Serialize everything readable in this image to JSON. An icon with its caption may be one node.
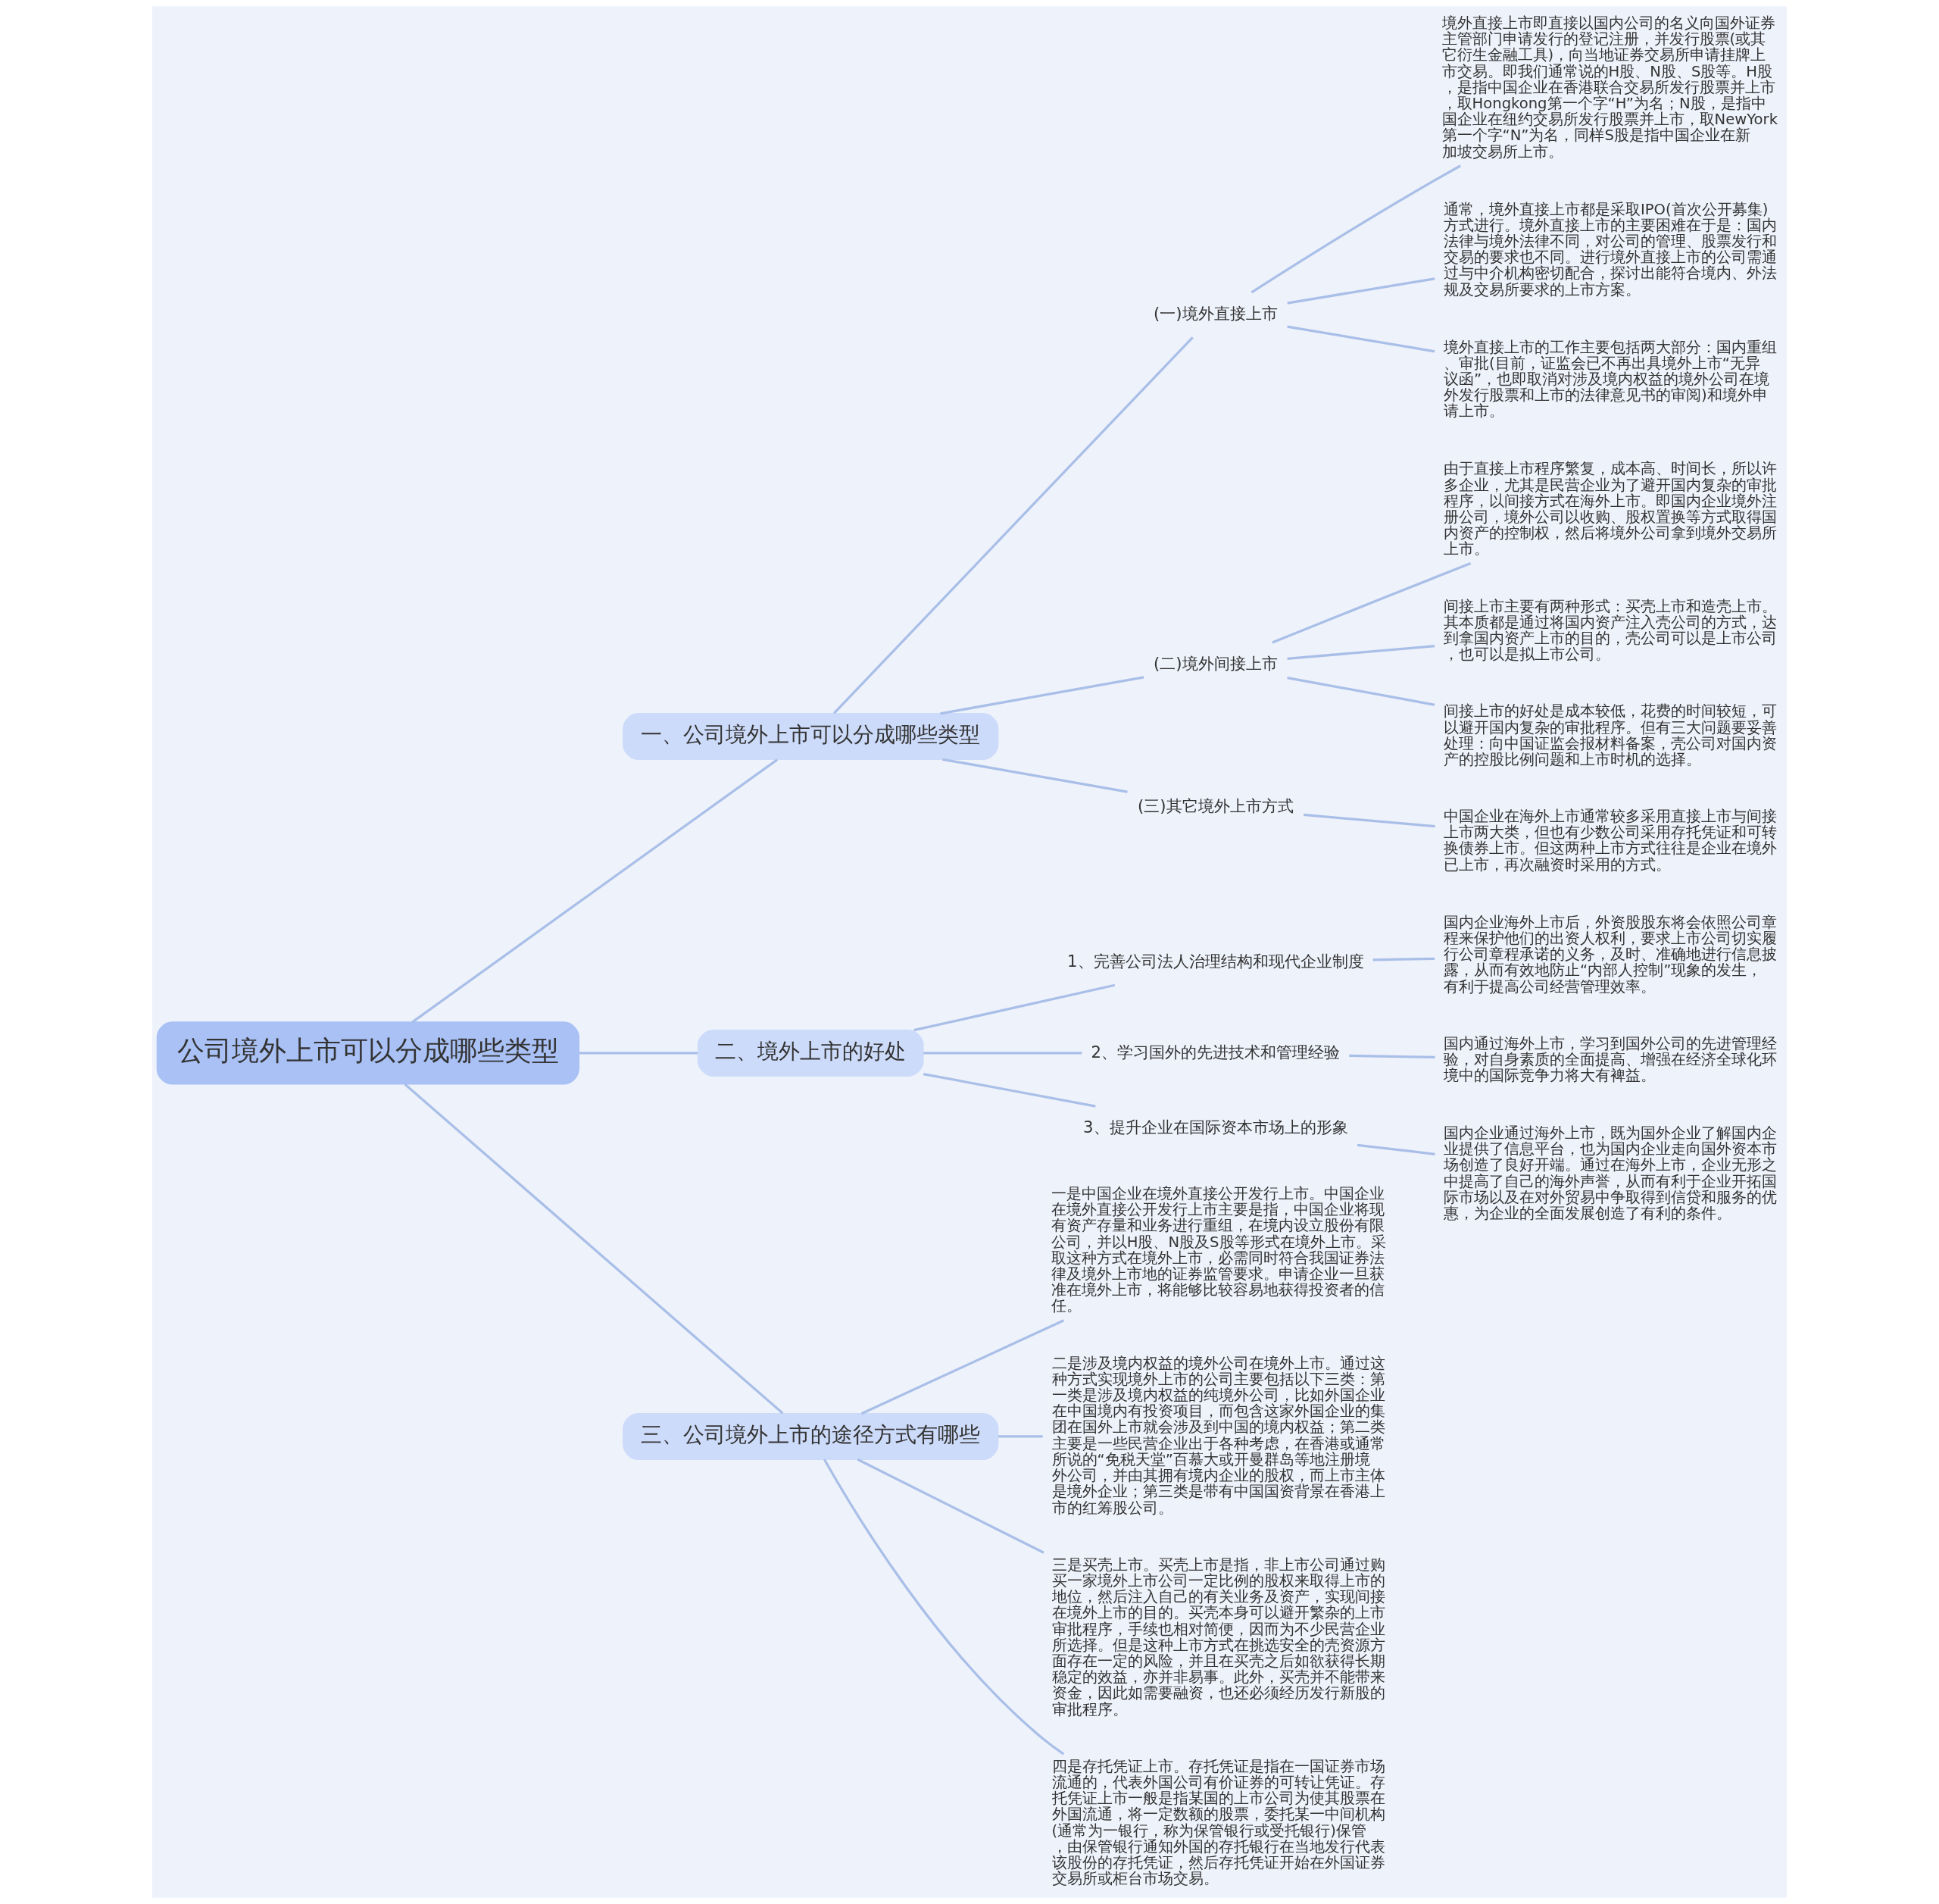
{
  "diagram": {
    "nodes": [
      {
        "text": [
          "公司境外上市可以分成哪些类型"
        ]
      },
      {
        "text": [
          "一、公司境外上市可以分成哪些类型"
        ]
      },
      {
        "text": [
          "(一)境外直接上市"
        ]
      },
      {
        "text": [
          "境外直接上市即直接以国内公司的名义向国外证券主管部门申请发行的登记注册，并发行股票(或其它衍生金融工具)，向当地证券交易所申请挂牌上市交易。即我们通常说的H股、N股、S股等。H股，是指中国企业在香港联合交易所发行股票并上市，取Hongkong第一个字“H”为名；N股，是指中国企业在纽约交易所发行股票并上市，取NewYork第一个字“N”为名，同样S股是指中国企业在新加坡交易所上市。"
        ]
      },
      {
        "text": [
          "通常，境外直接上市都是采取IPO(首次公开募集)方式进行。境外直接上市的主要困难在于是：国内法律与境外法律不同，对公司的管理、股票发行和交易的要求也不同。进行境外直接上市的公司需通过与中介机构密切配合，探讨出能符合境内、外法规及交易所要求的上市方案。"
        ]
      },
      {
        "text": [
          "境外直接上市的工作主要包括两大部分：国内重组、审批(目前，证监会已不再出具境外上市“无异议函”，也即取消对涉及境内权益的境外公司在境外发行股票和上市的法律意见书的审阅)和境外申请上市。"
        ]
      },
      {
        "text": [
          "(二)境外间接上市"
        ]
      },
      {
        "text": [
          "由于直接上市程序繁复，成本高、时间长，所以许多企业，尤其是民营企业为了避开国内复杂的审批程序，以间接方式在海外上市。即国内企业境外注册公司，境外公司以收购、股权置换等方式取得国内资产的控制权，然后将境外公司拿到境外交易所上市。"
        ]
      },
      {
        "text": [
          "间接上市主要有两种形式：买壳上市和造壳上市。其本质都是通过将国内资产注入壳公司的方式，达到拿国内资产上市的目的，壳公司可以是上市公司，也可以是拟上市公司。"
        ]
      },
      {
        "text": [
          "间接上市的好处是成本较低，花费的时间较短，可以避开国内复杂的审批程序。但有三大问题要妥善处理：向中国证监会报材料备案，壳公司对国内资产的控股比例问题和上市时机的选择。"
        ]
      },
      {
        "text": [
          "(三)其它境外上市方式"
        ]
      },
      {
        "text": [
          "中国企业在海外上市通常较多采用直接上市与间接上市两大类，但也有少数公司采用存托凭证和可转换债券上市。但这两种上市方式往往是企业在境外已上市，再次融资时采用的方式。"
        ]
      },
      {
        "text": [
          "二、境外上市的好处"
        ]
      },
      {
        "text": [
          "1、完善公司法人治理结构和现代企业制度"
        ]
      },
      {
        "text": [
          "国内企业海外上市后，外资股股东将会依照公司章程来保护他们的出资人权利，要求上市公司切实履行公司章程承诺的义务，及时、准确地进行信息披露，从而有效地防止“内部人控制”现象的发生，有利于提高公司经营管理效率。"
        ]
      },
      {
        "text": [
          "2、学习国外的先进技术和管理经验"
        ]
      },
      {
        "text": [
          "国内通过海外上市，学习到国外公司的先进管理经验，对自身素质的全面提高、增强在经济全球化环境中的国际竞争力将大有裨益。"
        ]
      },
      {
        "text": [
          "3、提升企业在国际资本市场上的形象"
        ]
      },
      {
        "text": [
          "国内企业通过海外上市，既为国外企业了解国内企业提供了信息平台，也为国内企业走向国外资本市场创造了良好开端。通过在海外上市，企业无形之中提高了自己的海外声誉，从而有利于企业开拓国际市场以及在对外贸易中争取得到信贷和服务的优惠，为企业的全面发展创造了有利的条件。"
        ]
      },
      {
        "text": [
          "三、公司境外上市的途径方式有哪些"
        ]
      },
      {
        "text": [
          "一是中国企业在境外直接公开发行上市。中国企业在境外直接公开发行上市主要是指，中国企业将现有资产存量和业务进行重组，在境内设立股份有限公司，并以H股、N股及S股等形式在境外上市。采取这种方式在境外上市，必需同时符合我国证券法律及境外上市地的证券监管要求。申请企业一旦获准在境外上市，将能够比较容易地获得投资者的信任。"
        ]
      },
      {
        "text": [
          "二是涉及境内权益的境外公司在境外上市。通过这种方式实现境外上市的公司主要包括以下三类：第一类是涉及境内权益的纯境外公司，比如外国企业在中国境内有投资项目，而包含这家外国企业的集团在国外上市就会涉及到中国的境内权益；第二类主要是一些民营企业出于各种考虑，在香港或通常所说的“免税天堂”百慕大或开曼群岛等地注册境外公司，并由其拥有境内企业的股权，而上市主体是境外企业；第三类是带有中国国资背景在香港上市的红筹股公司。"
        ]
      },
      {
        "text": [
          "三是买壳上市。买壳上市是指，非上市公司通过购买一家境外上市公司一定比例的股权来取得上市的地位，然后注入自己的有关业务及资产，实现间接在境外上市的目的。买壳本身可以避开繁杂的上市审批程序，手续也相对简便，因而为不少民营企业所选择。但是这种上市方式在挑选安全的壳资源方面存在一定的风险，并且在买壳之后如欲获得长期稳定的效益，亦并非易事。此外，买壳并不能带来资金，因此如需要融资，也还必须经历发行新股的审批程序。"
        ]
      },
      {
        "text": [
          "四是存托凭证上市。存托凭证是指在一国证券市场流通的，代表外国公司有价证券的可转让凭证。存托凭证上市一般是指某国的上市公司为使其股票在外国流通，将一定数额的股票，委托某一中间机构(通常为一银行，称为保管银行或受托银行)保管，由保管银行通知外国的存托银行在当地发行代表该股份的存托凭证，然后存托凭证开始在外国证券交易所或柜台市场交易。"
        ]
      }
    ],
    "edges": [
      {
        "from": 0,
        "to": 1,
        "arrow": "none"
      },
      {
        "from": 1,
        "to": 2,
        "arrow": "none"
      },
      {
        "from": 2,
        "to": 3,
        "arrow": "none"
      },
      {
        "from": 2,
        "to": 4,
        "arrow": "none"
      },
      {
        "from": 2,
        "to": 5,
        "arrow": "none"
      },
      {
        "from": 1,
        "to": 6,
        "arrow": "none"
      },
      {
        "from": 6,
        "to": 7,
        "arrow": "none"
      },
      {
        "from": 6,
        "to": 8,
        "arrow": "none"
      },
      {
        "from": 6,
        "to": 9,
        "arrow": "none"
      },
      {
        "from": 1,
        "to": 10,
        "arrow": "none"
      },
      {
        "from": 10,
        "to": 11,
        "arrow": "none"
      },
      {
        "from": 0,
        "to": 12,
        "arrow": "none"
      },
      {
        "from": 12,
        "to": 13,
        "arrow": "none"
      },
      {
        "from": 13,
        "to": 14,
        "arrow": "none"
      },
      {
        "from": 12,
        "to": 15,
        "arrow": "none"
      },
      {
        "from": 15,
        "to": 16,
        "arrow": "none"
      },
      {
        "from": 12,
        "to": 17,
        "arrow": "none"
      },
      {
        "from": 17,
        "to": 18,
        "arrow": "none"
      },
      {
        "from": 0,
        "to": 19,
        "arrow": "none"
      },
      {
        "from": 19,
        "to": 20,
        "arrow": "none"
      },
      {
        "from": 19,
        "to": 21,
        "arrow": "none"
      },
      {
        "from": 19,
        "to": 22,
        "arrow": "none"
      },
      {
        "from": 19,
        "to": 23,
        "arrow": "none"
      }
    ]
  }
}
